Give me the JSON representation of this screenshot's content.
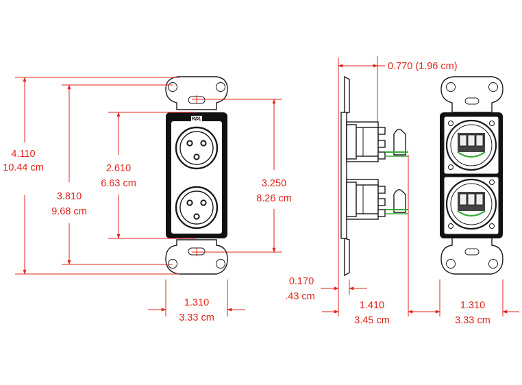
{
  "brand_label": "RDL",
  "dimensions": {
    "front_overall_height": {
      "value": "4.110",
      "metric": "10.44 cm"
    },
    "front_mount_spacing": {
      "value": "3.810",
      "metric": "9.68 cm"
    },
    "front_connector_spacing": {
      "value": "2.610",
      "metric": "6.63 cm"
    },
    "front_panel_height": {
      "value": "3.250",
      "metric": "8.26 cm"
    },
    "front_width": {
      "value": "1.310",
      "metric": "3.33 cm"
    },
    "side_depth_top": {
      "label": "0.770 (1.96 cm)"
    },
    "side_plate_thickness": {
      "value": "0.170",
      "metric": ".43 cm"
    },
    "side_depth": {
      "value": "1.410",
      "metric": "3.45 cm"
    },
    "rear_width": {
      "value": "1.310",
      "metric": "3.33 cm"
    }
  },
  "colors": {
    "dimension": "#e2231a",
    "outline": "#1a1a1a",
    "wire": "#3aa935"
  }
}
